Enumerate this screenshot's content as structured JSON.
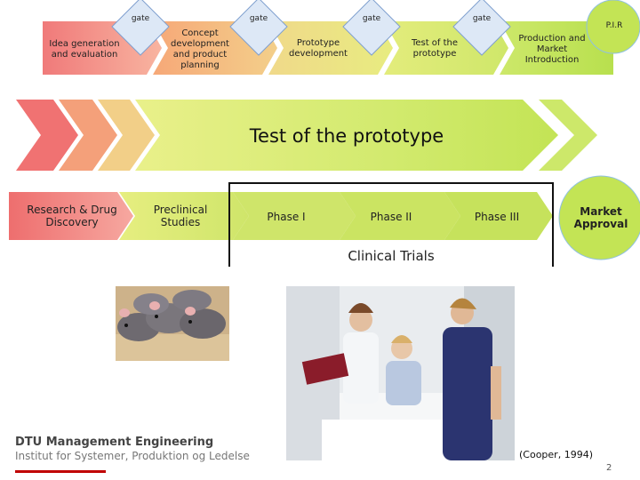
{
  "stage_gate": {
    "stages": [
      "Idea generation and evaluation",
      "Concept development and product planning",
      "Prototype development",
      "Test of the prototype",
      "Production and Market Introduction"
    ],
    "gate_label": "gate",
    "pir_label": "P.I.R"
  },
  "highlight": {
    "title": "Test of the prototype"
  },
  "drug_pipeline": {
    "steps": [
      "Research & Drug Discovery",
      "Preclinical Studies",
      "Phase I",
      "Phase II",
      "Phase III"
    ],
    "final_step": "Market Approval",
    "group_label": "Clinical Trials"
  },
  "footer": {
    "org_line1": "DTU Management Engineering",
    "org_line2": "Institut for Systemer, Produktion og Ledelse",
    "citation": "(Cooper, 1994)",
    "page_number": "2"
  },
  "colors": {
    "gate_fill": "#dde8f6",
    "gate_border": "#7f9fcf",
    "green": "#c3e455",
    "red_start": "#f07878",
    "red_bar": "#c00000"
  }
}
